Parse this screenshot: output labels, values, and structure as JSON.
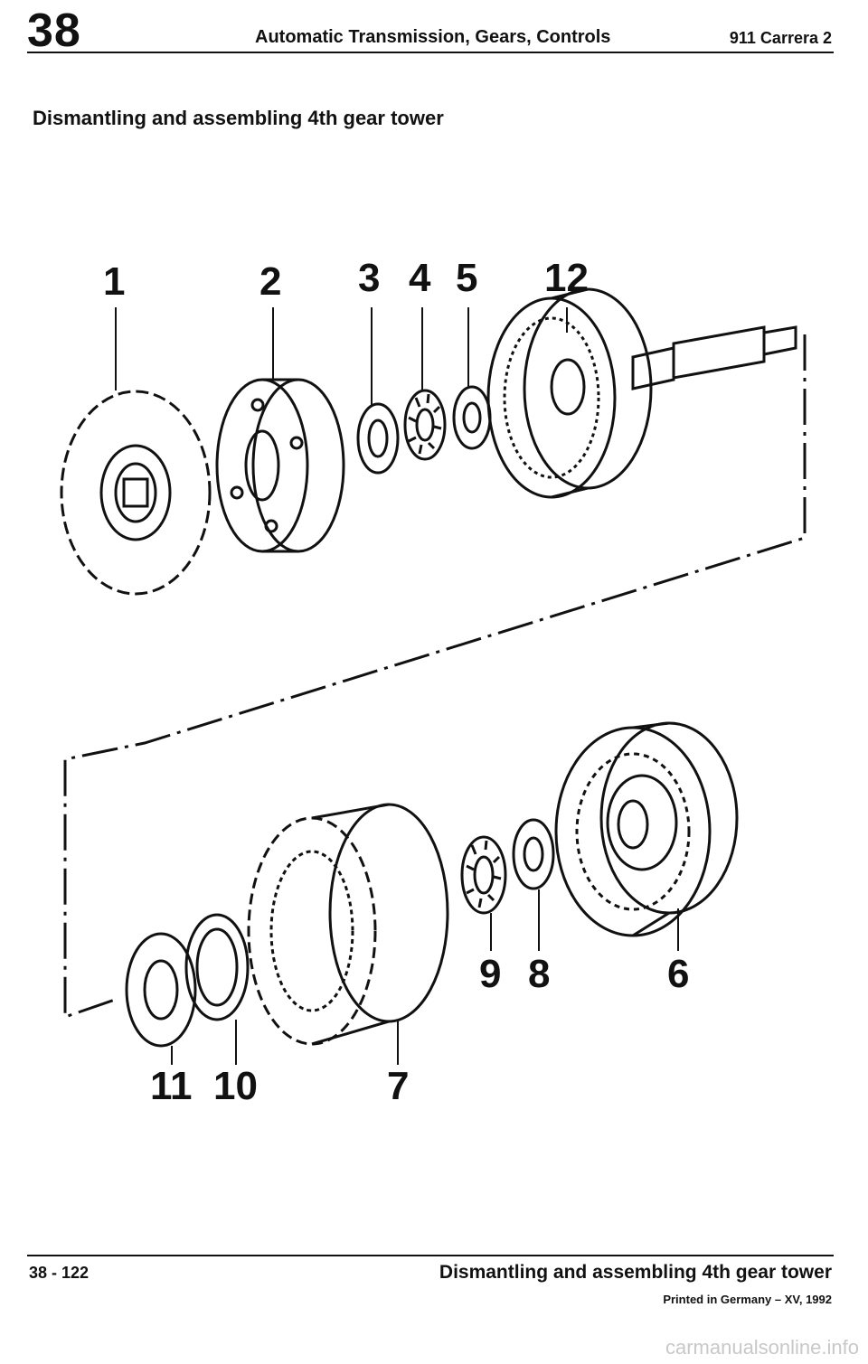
{
  "header": {
    "chapter": "38",
    "section": "Automatic Transmission, Gears, Controls",
    "model": "911 Carrera 2"
  },
  "title": "Dismantling and assembling 4th gear tower",
  "callouts": {
    "c1": "1",
    "c2": "2",
    "c3": "3",
    "c4": "4",
    "c5": "5",
    "c12": "12",
    "c9": "9",
    "c8": "8",
    "c6": "6",
    "c11": "11",
    "c10": "10",
    "c7": "7"
  },
  "footer": {
    "page": "38 - 122",
    "title": "Dismantling and assembling 4th gear tower",
    "print": "Printed in Germany – XV, 1992"
  },
  "watermark": "carmanualsonline.info"
}
